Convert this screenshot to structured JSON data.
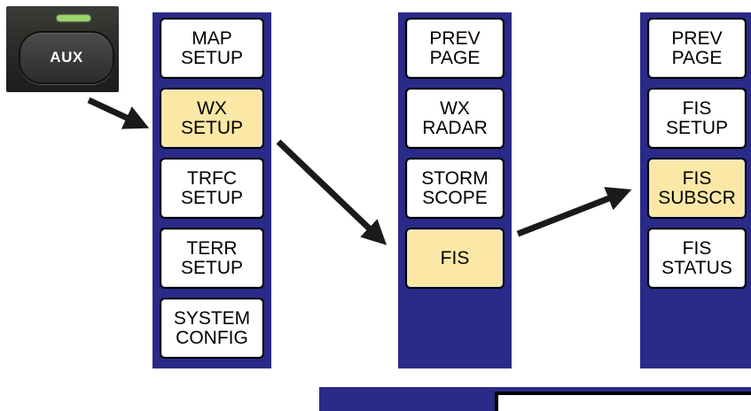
{
  "aux": {
    "label": "AUX",
    "led_color": "#9bd36b"
  },
  "colors": {
    "panel_bg": "#2a2a88",
    "key_normal": "#ffffff",
    "key_active": "#fce8a6",
    "arrow": "#1a1a1a"
  },
  "panels": [
    {
      "keys": [
        {
          "line1": "MAP",
          "line2": "SETUP",
          "active": false
        },
        {
          "line1": "WX",
          "line2": "SETUP",
          "active": true
        },
        {
          "line1": "TRFC",
          "line2": "SETUP",
          "active": false
        },
        {
          "line1": "TERR",
          "line2": "SETUP",
          "active": false
        },
        {
          "line1": "SYSTEM",
          "line2": "CONFIG",
          "active": false
        }
      ]
    },
    {
      "keys": [
        {
          "line1": "PREV",
          "line2": "PAGE",
          "active": false
        },
        {
          "line1": "WX",
          "line2": "RADAR",
          "active": false
        },
        {
          "line1": "STORM",
          "line2": "SCOPE",
          "active": false
        },
        {
          "line1": "FIS",
          "line2": "",
          "active": true
        }
      ]
    },
    {
      "keys": [
        {
          "line1": "PREV",
          "line2": "PAGE",
          "active": false
        },
        {
          "line1": "FIS",
          "line2": "SETUP",
          "active": false
        },
        {
          "line1": "FIS",
          "line2": "SUBSCR",
          "active": true
        },
        {
          "line1": "FIS",
          "line2": "STATUS",
          "active": false
        }
      ]
    }
  ]
}
